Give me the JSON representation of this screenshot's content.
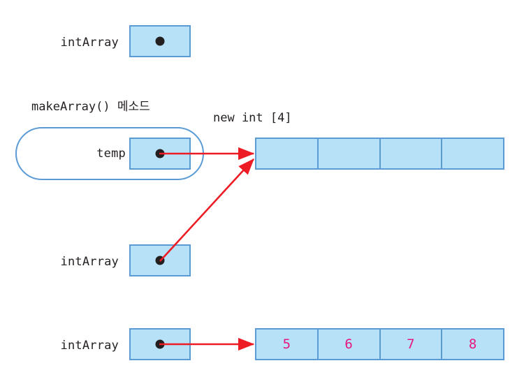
{
  "diagram": {
    "title": "Java array reference assignment diagram",
    "colors": {
      "box_fill": "#b6e1f7",
      "box_border": "#5b9bd5",
      "dot": "#231f20",
      "arrow": "#ed1c24",
      "value_text": "#e6187e",
      "label_text": "#231f20",
      "background": "#ffffff"
    }
  },
  "stage1": {
    "label": "intArray",
    "box": {
      "dot": "●"
    }
  },
  "stage2": {
    "method_title": "makeArray() 메소드",
    "local_var_label": "temp",
    "heap_label": "new int [4]",
    "heap_cells": [
      "",
      "",
      "",
      ""
    ]
  },
  "stage3": {
    "label": "intArray"
  },
  "stage4": {
    "label": "intArray",
    "heap_cells": [
      "5",
      "6",
      "7",
      "8"
    ]
  },
  "arrows": [
    {
      "name": "temp-to-heap",
      "from": "temp-box",
      "to": "heap-array"
    },
    {
      "name": "intarray-to-heap",
      "from": "intarray-box-stage3",
      "to": "heap-array"
    },
    {
      "name": "intarray-to-valued-array",
      "from": "intarray-box-stage4",
      "to": "valued-array"
    }
  ]
}
